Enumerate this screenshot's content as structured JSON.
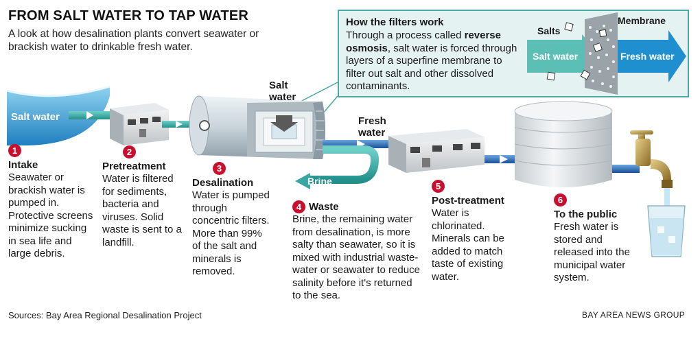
{
  "header": {
    "title": "FROM SALT WATER TO TAP WATER",
    "subtitle": "A look at how desalination plants convert seawater or brackish water to drinkable fresh water."
  },
  "filters": {
    "title": "How the filters work",
    "text_before": "Through a process called ",
    "text_bold": "reverse osmosis",
    "text_after": ", salt water is forced through layers of a superfine membrane to filter out salt and other dissolved contaminants.",
    "salts_label": "Salts",
    "membrane_label": "Membrane",
    "salt_water_arrow": "Salt water",
    "fresh_water_arrow": "Fresh water"
  },
  "labels": {
    "salt_water": "Salt water",
    "salt_water_top": "Salt water",
    "fresh_water": "Fresh water",
    "brine": "Brine"
  },
  "steps": [
    {
      "number": "1",
      "title": "Intake",
      "text": "Seawater or brackish water is pumped in. Protective screens minimize sucking in sea life and large debris."
    },
    {
      "number": "2",
      "title": "Pretreatment",
      "text": "Water is filtered for sediments, bacteria and viruses. Solid waste is sent to a landfill."
    },
    {
      "number": "3",
      "title": "Desalination",
      "text": "Water is pumped through concentric filters. More than 99% of the salt and minerals is removed."
    },
    {
      "number": "4",
      "title": "Waste",
      "text": "Brine, the remaining water from desalination, is more salty than seawater, so it is mixed with industrial waste-water or seawater to reduce salinity before it's returned to the sea."
    },
    {
      "number": "5",
      "title": "Post-treatment",
      "text": "Water is chlorinated. Minerals can be added to match taste of existing water."
    },
    {
      "number": "6",
      "title": "To the public",
      "text": "Fresh water is stored and released into the municipal water system."
    }
  ],
  "footer": {
    "sources": "Sources: Bay Area Regional Desalination Project",
    "credit": "BAY AREA NEWS GROUP"
  },
  "colors": {
    "accent_red": "#c8102e",
    "salt_water_teal": "#3aa6a3",
    "fresh_water_blue": "#1f5fa8",
    "box_bg": "#e4f3f1"
  }
}
